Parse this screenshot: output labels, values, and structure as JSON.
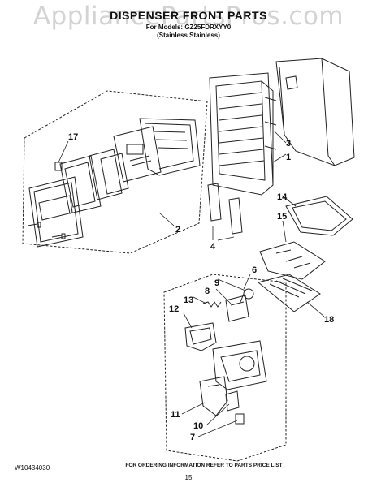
{
  "watermark": "AppliancePartsPros.com",
  "title": "DISPENSER FRONT PARTS",
  "subtitle_model": "For Models: GZ25FDRXYY0",
  "subtitle_finish": "(Stainless Stainless)",
  "callouts": {
    "c1": "1",
    "c2": "2",
    "c3": "3",
    "c4": "4",
    "c6": "6",
    "c7": "7",
    "c8": "8",
    "c9": "9",
    "c10": "10",
    "c11": "11",
    "c12": "12",
    "c13": "13",
    "c14": "14",
    "c15": "15",
    "c17": "17",
    "c18": "18"
  },
  "footer": {
    "doc_number": "W10434030",
    "ordering_note": "FOR ORDERING INFORMATION REFER TO PARTS PRICE LIST",
    "page_number": "15"
  }
}
